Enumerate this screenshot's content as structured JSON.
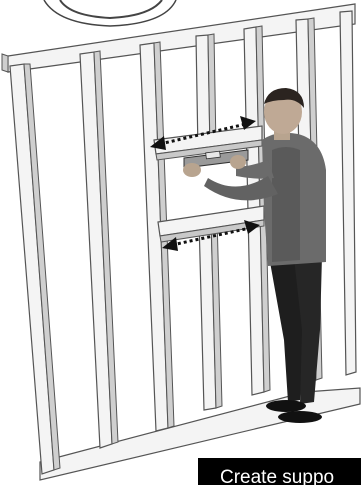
{
  "illustration": {
    "subject": "wall-frame-with-blocking",
    "figure": "person-holding-level",
    "arrow_color": "#111111",
    "wood_fill": "#f4f4f4",
    "wood_shadow": "#c9c9c9",
    "outline_color": "#555555"
  },
  "caption": {
    "text": "Create suppo"
  }
}
